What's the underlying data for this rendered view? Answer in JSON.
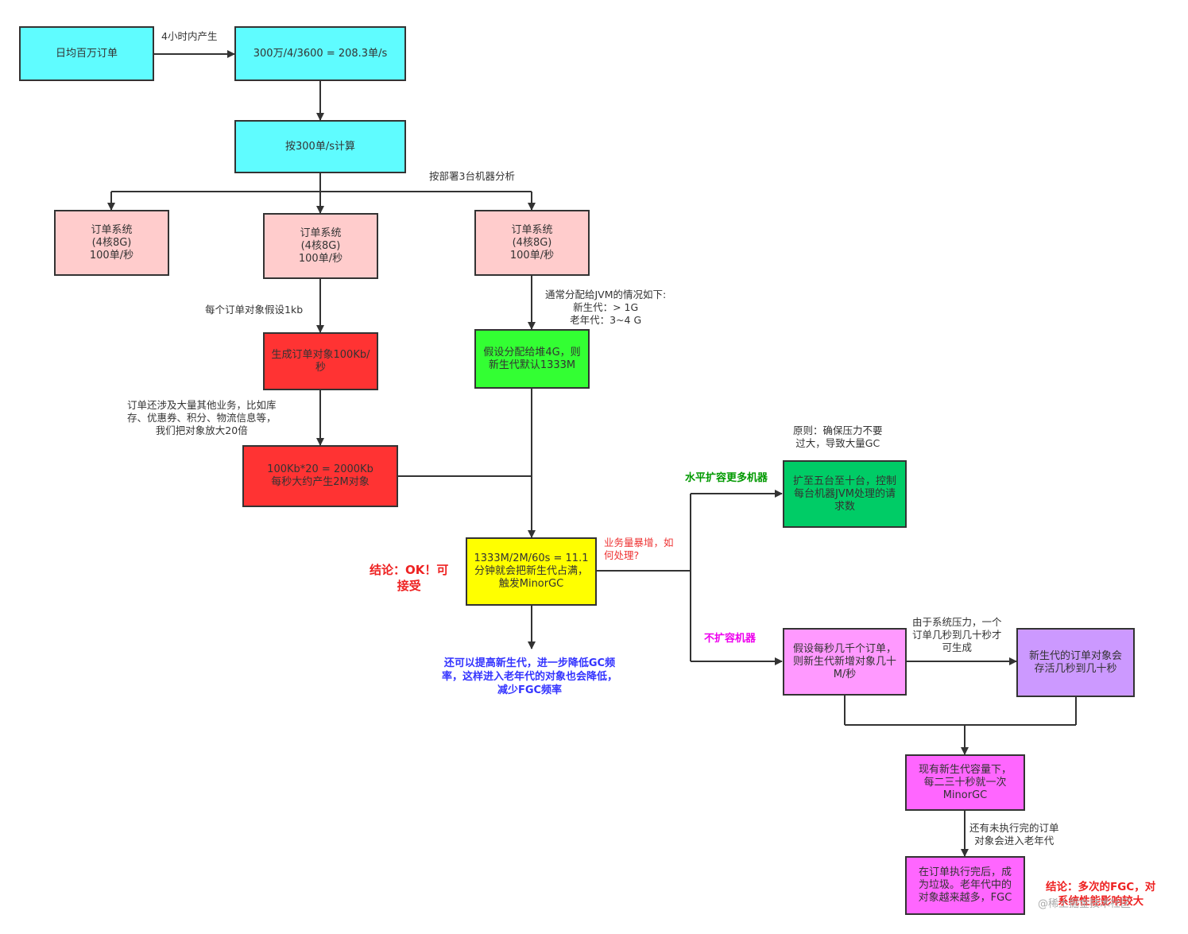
{
  "nodes": {
    "daily_orders": "日均百万订单",
    "rate_calc": "300万/4/3600 = 208.3单/s",
    "per_300": "按300单/s计算",
    "sys1": "订单系统\n(4核8G)\n100单/秒",
    "sys2": "订单系统\n(4核8G)\n100单/秒",
    "sys3": "订单系统\n(4核8G)\n100单/秒",
    "gen_obj": "生成订单对象100Kb/\n秒",
    "heap_assume": "假设分配给堆4G，则\n新生代默认1333M",
    "mult20": "100Kb*20 = 2000Kb\n每秒大约产生2M对象",
    "minor_gc_calc": "1333M/2M/60s = 11.1\n分钟就会把新生代占满，\n触发MinorGC",
    "scale_out": "扩至五台至十台，控制\n每台机器JVM处理的请\n求数",
    "assume_k": "假设每秒几千个订单，\n则新生代新增对象几十\nM/秒",
    "survive": "新生代的订单对象会\n存活几秒到几十秒",
    "minor_20s": "现有新生代容量下，\n每二三十秒就一次\nMinorGC",
    "garbage": "在订单执行完后，成\n为垃圾。老年代中的\n对象越来越多，FGC"
  },
  "labels": {
    "four_hours": "4小时内产生",
    "deploy3": "按部署3台机器分析",
    "each_1kb": "每个订单对象假设1kb",
    "jvm_alloc": "通常分配给JVM的情况如下:\n新生代：> 1G\n老年代：3~4 G",
    "biz_more": "订单还涉及大量其他业务，比如库\n存、优惠券、积分、物流信息等，\n我们把对象放大20倍",
    "principle": "原则：确保压力不要\n过大，导致大量GC",
    "horizontal": "水平扩容更多机器",
    "surge": "业务量暴增，如\n何处理?",
    "conclusion_ok": "结论：OK！可\n接受",
    "no_scale": "不扩容机器",
    "sys_pressure": "由于系统压力，一个\n订单几秒到几十秒才\n可生成",
    "raise_young": "还可以提高新生代，进一步降低GC频\n率，这样进入老年代的对象也会降低，\n减少FGC频率",
    "unfinished": "还有未执行完的订单\n对象会进入老年代",
    "conclusion_fgc": "结论：多次的FGC，对\n系统性能影响较大",
    "watermark": "@稀土掘金技术社区"
  }
}
